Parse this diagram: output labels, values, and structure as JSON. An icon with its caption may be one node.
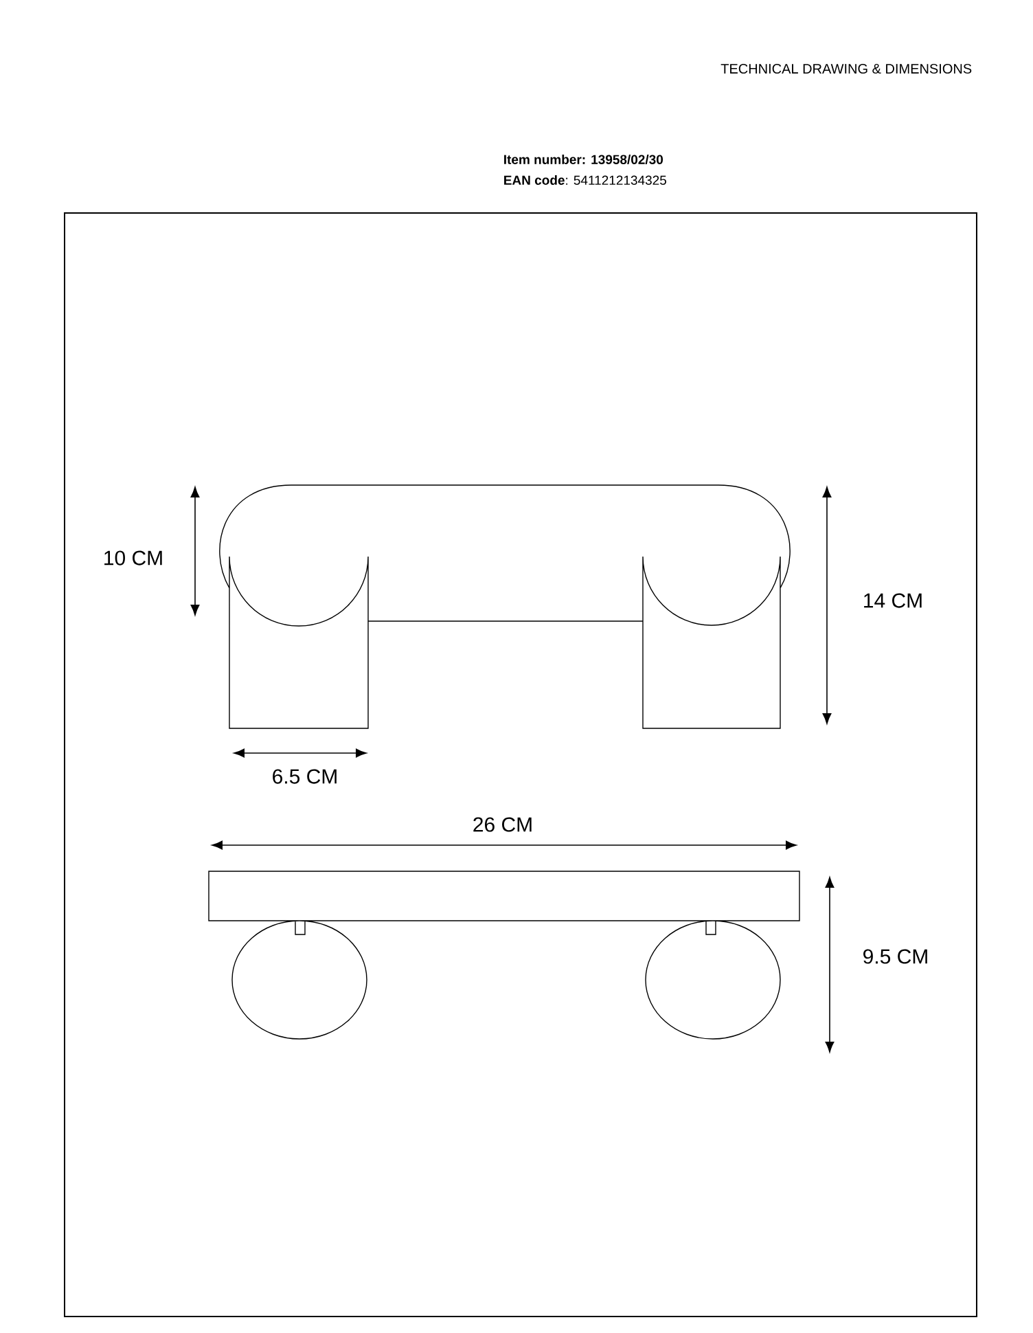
{
  "diagram": {
    "title": "TECHNICAL DRAWING & DIMENSIONS",
    "labels": [
      "Item number: 13958/02/30",
      "**EAN code**: 5411212134325",
      "10 CM",
      "14 CM",
      "6.5 CM",
      "26 CM",
      "9.5 CM"
    ]
  }
}
